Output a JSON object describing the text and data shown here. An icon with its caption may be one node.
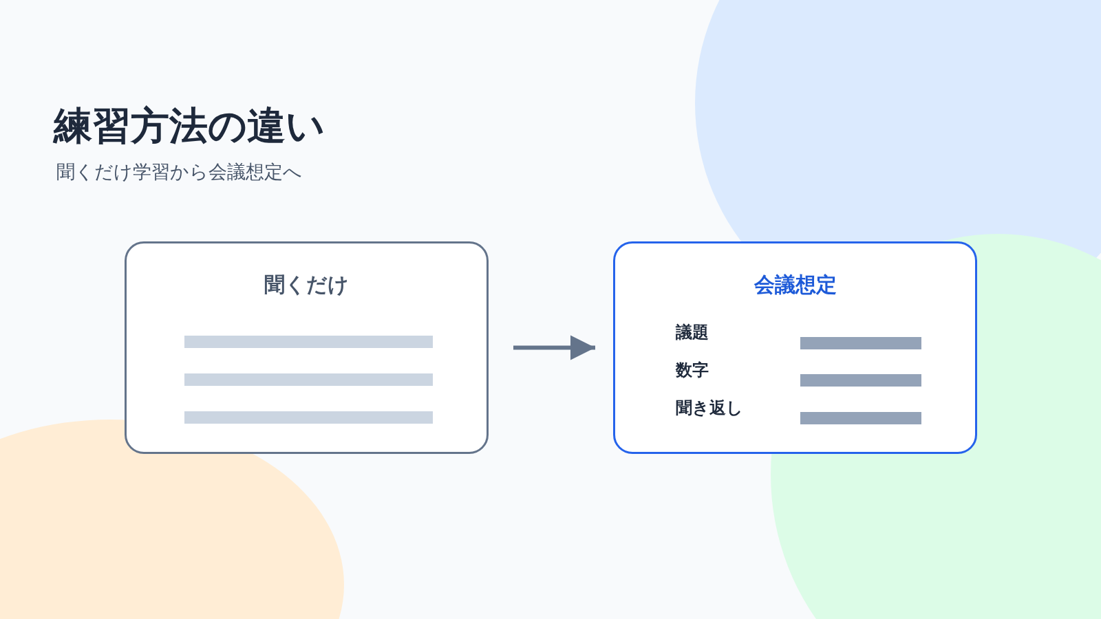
{
  "diagram": {
    "title": "練習方法の違い",
    "nodes": [
      {
        "text": [
          "聞くだけ"
        ]
      },
      {
        "text": [
          "会議想定",
          "議題",
          "数字",
          "聞き返し"
        ]
      }
    ],
    "edges": [
      {
        "from": 0,
        "to": 1,
        "arrow": "to"
      }
    ],
    "labels": [
      "聞くだけ学習から会議想定へ"
    ]
  }
}
